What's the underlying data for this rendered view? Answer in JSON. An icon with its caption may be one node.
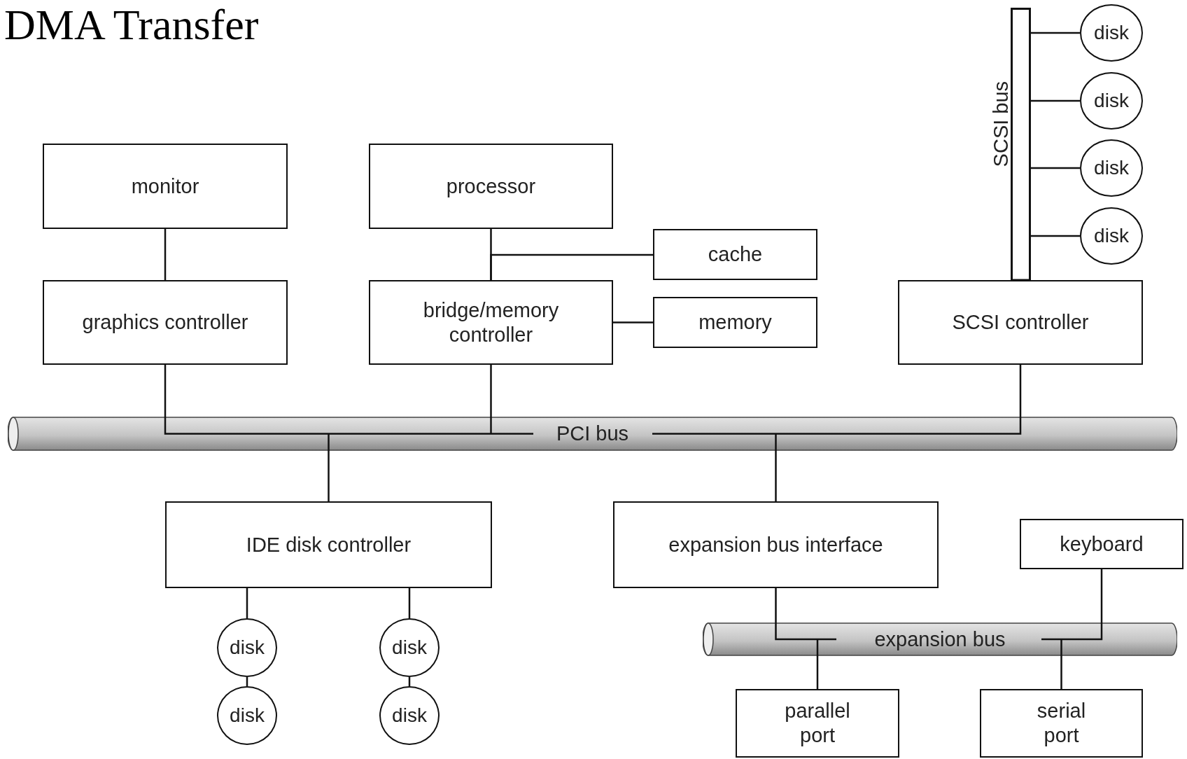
{
  "diagram": {
    "title": "DMA Transfer",
    "nodes": [
      {
        "text": [
          "monitor"
        ]
      },
      {
        "text": [
          "processor"
        ]
      },
      {
        "text": [
          "cache"
        ]
      },
      {
        "text": [
          "graphics controller"
        ]
      },
      {
        "text": [
          "bridge/memory controller"
        ]
      },
      {
        "text": [
          "memory"
        ]
      },
      {
        "text": [
          "SCSI bus"
        ]
      },
      {
        "text": [
          "disk"
        ]
      },
      {
        "text": [
          "disk"
        ]
      },
      {
        "text": [
          "disk"
        ]
      },
      {
        "text": [
          "disk"
        ]
      },
      {
        "text": [
          "SCSI controller"
        ]
      },
      {
        "text": [
          "PCI bus"
        ]
      },
      {
        "text": [
          "IDE disk controller"
        ]
      },
      {
        "text": [
          "expansion bus interface"
        ]
      },
      {
        "text": [
          "keyboard"
        ]
      },
      {
        "text": [
          "expansion bus"
        ]
      },
      {
        "text": [
          "disk"
        ]
      },
      {
        "text": [
          "disk"
        ]
      },
      {
        "text": [
          "disk"
        ]
      },
      {
        "text": [
          "disk"
        ]
      },
      {
        "text": [
          "parallel port"
        ]
      },
      {
        "text": [
          "serial port"
        ]
      }
    ],
    "edges": [
      {
        "from": 0,
        "to": 3,
        "arrow": "none"
      },
      {
        "from": 1,
        "to": 4,
        "arrow": "none"
      },
      {
        "from": 4,
        "to": 2,
        "arrow": "none"
      },
      {
        "from": 4,
        "to": 5,
        "arrow": "none"
      },
      {
        "from": 3,
        "to": 12,
        "arrow": "none"
      },
      {
        "from": 4,
        "to": 12,
        "arrow": "none"
      },
      {
        "from": 11,
        "to": 12,
        "arrow": "none"
      },
      {
        "from": 12,
        "to": 13,
        "arrow": "none"
      },
      {
        "from": 12,
        "to": 14,
        "arrow": "none"
      },
      {
        "from": 6,
        "to": 7,
        "arrow": "none"
      },
      {
        "from": 6,
        "to": 8,
        "arrow": "none"
      },
      {
        "from": 6,
        "to": 9,
        "arrow": "none"
      },
      {
        "from": 6,
        "to": 10,
        "arrow": "none"
      },
      {
        "from": 13,
        "to": 17,
        "arrow": "none"
      },
      {
        "from": 17,
        "to": 19,
        "arrow": "none"
      },
      {
        "from": 13,
        "to": 18,
        "arrow": "none"
      },
      {
        "from": 18,
        "to": 20,
        "arrow": "none"
      },
      {
        "from": 14,
        "to": 16,
        "arrow": "none"
      },
      {
        "from": 15,
        "to": 16,
        "arrow": "none"
      },
      {
        "from": 16,
        "to": 21,
        "arrow": "none"
      },
      {
        "from": 16,
        "to": 22,
        "arrow": "none"
      }
    ]
  }
}
